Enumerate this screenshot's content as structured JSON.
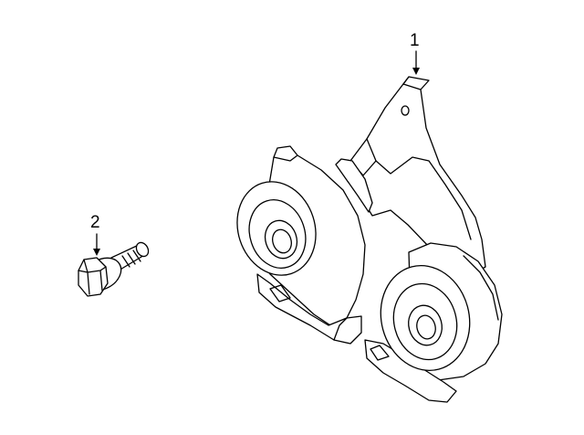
{
  "callouts": [
    {
      "id": "1",
      "label": "1"
    },
    {
      "id": "2",
      "label": "2"
    }
  ],
  "colors": {
    "background": "#ffffff",
    "line": "#000000"
  }
}
